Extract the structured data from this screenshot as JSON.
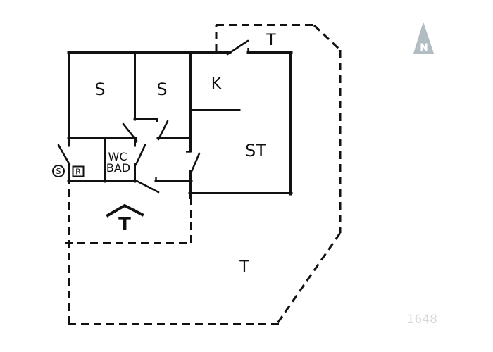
{
  "plan": {
    "rooms": [
      {
        "name": "bedroom-1",
        "label": "S"
      },
      {
        "name": "bedroom-2",
        "label": "S"
      },
      {
        "name": "kitchen",
        "label": "K"
      },
      {
        "name": "living-room",
        "label": "ST"
      }
    ],
    "bathroom": {
      "line1": "WC",
      "line2": "BAD"
    },
    "terraces": {
      "top": "T",
      "main": "T",
      "entrance": "T"
    },
    "symbols": {
      "circle": "S",
      "box": "R"
    },
    "compass": {
      "label": "N"
    },
    "plan_number": "1648",
    "colors": {
      "line": "#111111",
      "compass_fill": "#b2bcc3",
      "compass_label": "#ffffff",
      "plan_number": "#d6d9db",
      "background": "#ffffff"
    }
  }
}
